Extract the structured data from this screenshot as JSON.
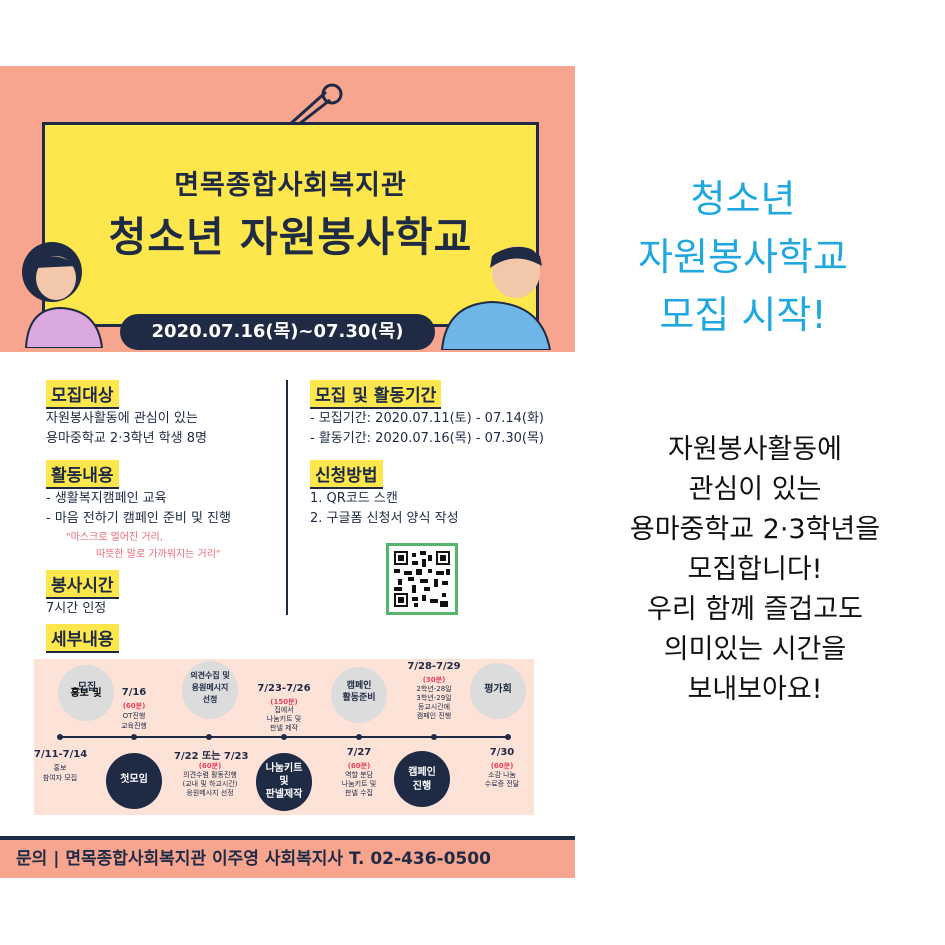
{
  "poster": {
    "org": "면목종합사회복지관",
    "title": "청소년 자원봉사학교",
    "period": "2020.07.16(목)~07.30(목)",
    "sections": {
      "target": {
        "heading": "모집대상",
        "lines": [
          "자원봉사활동에 관심이 있는",
          "용마중학교 2·3학년 학생 8명"
        ]
      },
      "activity": {
        "heading": "활동내용",
        "lines": [
          "- 생활복지캠페인 교육",
          "- 마음 전하기 캠페인 준비 및 진행"
        ],
        "quote": [
          "\"마스크로 멀어진 거리,",
          "따뜻한 말로 가까워지는 거리\""
        ]
      },
      "hours": {
        "heading": "봉사시간",
        "lines": [
          "7시간 인정"
        ]
      },
      "details": {
        "heading": "세부내용"
      },
      "periods": {
        "heading": "모집 및 활동기간",
        "lines": [
          "- 모집기간: 2020.07.11(토) - 07.14(화)",
          "- 활동기간: 2020.07.16(목) - 07.30(목)"
        ]
      },
      "apply": {
        "heading": "신청방법",
        "lines": [
          "1. QR코드 스캔",
          "2. 구글폼 신청서 양식 작성"
        ]
      }
    },
    "timeline_top": [
      {
        "bubble": [
          "홍보 및",
          "모집"
        ]
      },
      {
        "date": "7/16",
        "minutes": "(60분)",
        "desc": [
          "OT진행",
          "교육진행"
        ]
      },
      {
        "bubble": [
          "의견수집 및",
          "응원메시지",
          "선정"
        ]
      },
      {
        "date": "7/23-7/26",
        "minutes": "(150분)",
        "desc": [
          "집에서",
          "나눔키트 및",
          "판넬 제작"
        ]
      },
      {
        "bubble": [
          "캠페인",
          "활동준비"
        ]
      },
      {
        "date": "7/28-7/29",
        "minutes": "(30분)",
        "desc": [
          "2학년-28일",
          "3학년-29일",
          "등교시간에",
          "캠페인 진행"
        ]
      },
      {
        "bubble": [
          "평가회"
        ]
      }
    ],
    "timeline_bottom": [
      {
        "date": "7/11-7/14",
        "desc": [
          "홍보",
          "참여자 모집"
        ]
      },
      {
        "bubble": [
          "첫모임"
        ]
      },
      {
        "date": "7/22 또는 7/23",
        "minutes": "(60분)",
        "desc": [
          "의견수렴 활동진행",
          "(교내 및 하교시간)",
          "응원메시지 선정"
        ]
      },
      {
        "bubble": [
          "나눔키트",
          "및",
          "판넬제작"
        ]
      },
      {
        "date": "7/27",
        "minutes": "(60분)",
        "desc": [
          "역할 분담",
          "나눔키트 및",
          "판넬 수집"
        ]
      },
      {
        "bubble": [
          "캠페인",
          "진행"
        ]
      },
      {
        "date": "7/30",
        "minutes": "(60분)",
        "desc": [
          "소감 나눔",
          "수료증 전달"
        ]
      }
    ],
    "footer": "문의 | 면목종합사회복지관 이주영 사회복지사 T. 02-436-0500"
  },
  "promo": {
    "title_lines": [
      "청소년",
      "자원봉사학교",
      "모집 시작!"
    ],
    "body_lines": [
      "자원봉사활동에",
      "관심이 있는",
      "용마중학교 2·3학년을",
      "모집합니다!",
      "우리 함께 즐겁고도",
      "의미있는 시간을",
      "보내보아요!"
    ]
  },
  "colors": {
    "accent": "#1fa7e0",
    "navy": "#1f2a44",
    "coral": "#f7a58e",
    "yellow": "#fde74c",
    "pink": "#e8425a"
  }
}
